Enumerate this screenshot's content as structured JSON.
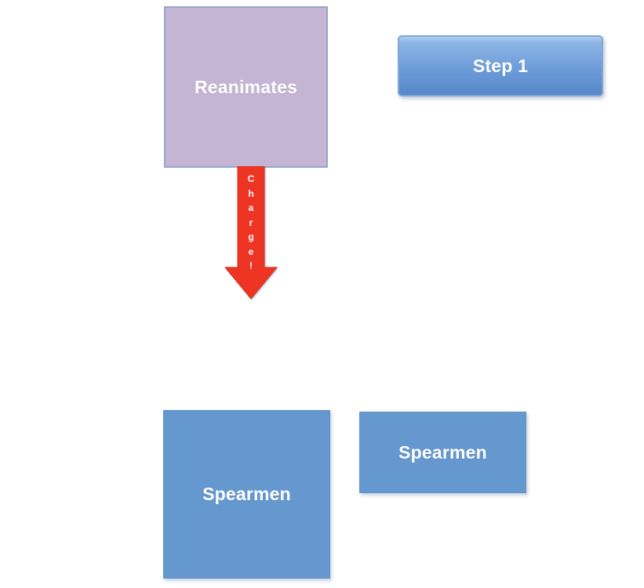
{
  "diagram": {
    "reanimates_box": {
      "label": "Reanimates"
    },
    "step_button": {
      "label": "Step 1"
    },
    "charge_arrow": {
      "label": "Charge!"
    },
    "spearmen_large_box": {
      "label": "Spearmen"
    },
    "spearmen_small_box": {
      "label": "Spearmen"
    },
    "colors": {
      "lavender_fill": "#c3b5d3",
      "lavender_border": "#93a7ce",
      "button_gradient_top": "#aecdef",
      "button_gradient_bottom": "#5586c9",
      "button_border": "#84a6cf",
      "flat_blue_fill": "#6598ce",
      "arrow_red": "#ee3423",
      "arrow_red_outline": "#d23222",
      "label_text": "#ffffff",
      "background": "#ffffff"
    }
  }
}
